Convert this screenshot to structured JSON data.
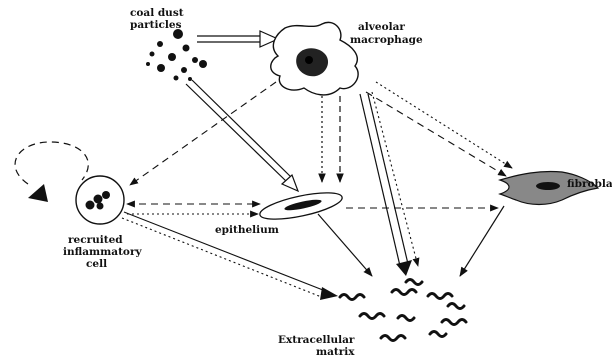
{
  "labels": {
    "coal_dust_1": "coal dust",
    "coal_dust_2": "particles",
    "alveolar_1": "alveolar",
    "alveolar_2": "macrophage",
    "fibroblast": "fibroblast",
    "recruited_1": "recruited",
    "recruited_2": "inflammatory",
    "recruited_3": "cell",
    "epithelium": "epithelium",
    "ecm_1": "Extracellular",
    "ecm_2": "matrix"
  }
}
